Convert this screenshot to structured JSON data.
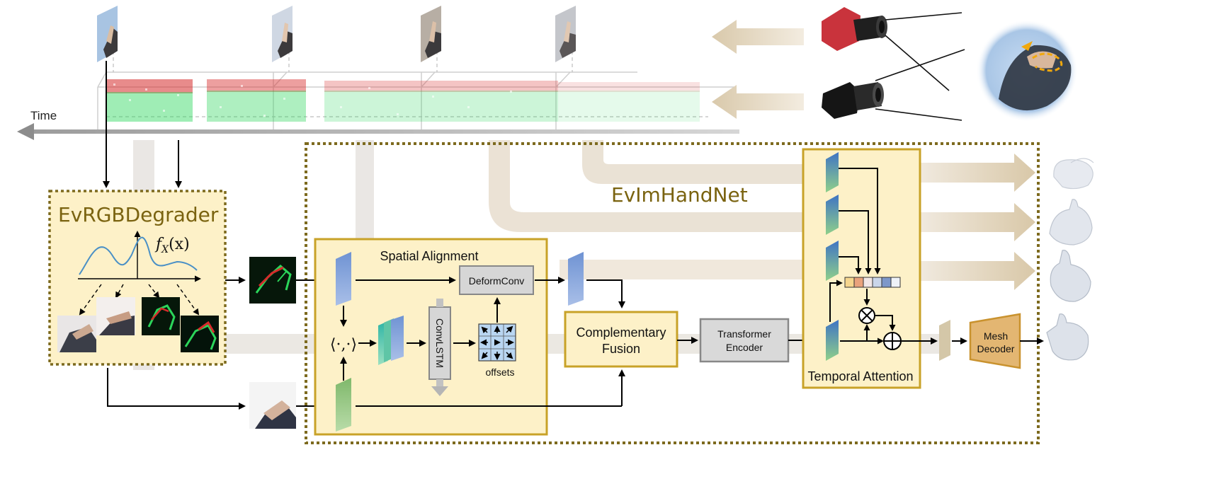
{
  "timeline": {
    "time_label": "Time"
  },
  "degrader": {
    "title": "EvRGBDegrader",
    "formula": "f",
    "formula_sub": "X",
    "formula_arg": "(x)"
  },
  "network": {
    "title": "EvImHandNet"
  },
  "spatial_alignment": {
    "title": "Spatial Alignment",
    "deformconv": "DeformConv",
    "convlstm": "ConvLSTM",
    "offsets": "offsets",
    "correlation": "⟨·,·⟩"
  },
  "complementary_fusion": {
    "line1": "Complementary",
    "line2": "Fusion"
  },
  "transformer_encoder": {
    "line1": "Transformer",
    "line2": "Encoder"
  },
  "temporal_attention": {
    "title": "Temporal Attention"
  },
  "mesh_decoder": {
    "line1": "Mesh",
    "line2": "Decoder"
  },
  "colors": {
    "box_fill": "#fdf1c8",
    "box_border": "#c8a228",
    "dotted_border": "#7d6a1e",
    "title_text": "#7a6310",
    "flow_band": "#e8dccb",
    "feature_blue": "#7f9fd6",
    "feature_green": "#93c47d",
    "event_red": "#d62b2b",
    "event_green": "#2bd65a"
  }
}
